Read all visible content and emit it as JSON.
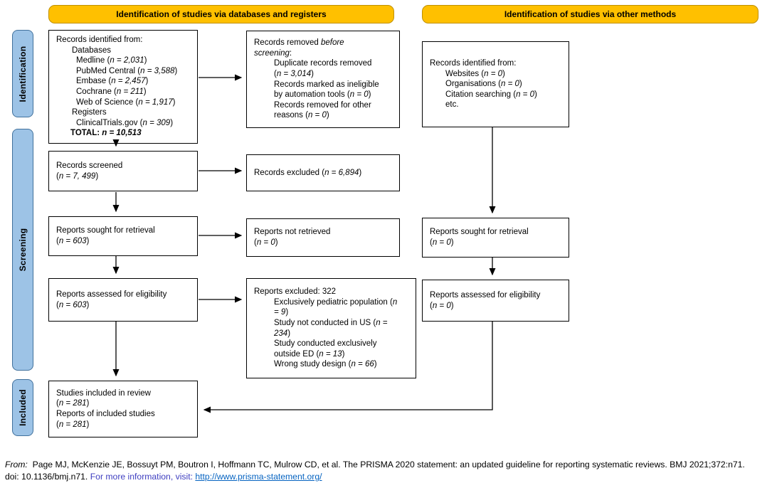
{
  "colors": {
    "header_fill": "#FFC000",
    "header_border": "#BF9000",
    "sidebar_fill": "#9DC3E6",
    "sidebar_border": "#41719C",
    "box_border": "#000000",
    "info_text": "#3E3EC0",
    "link_blue": "#0563C1"
  },
  "headers": {
    "left": "Identification of studies via databases and registers",
    "right": "Identification of studies via other methods"
  },
  "sidebar": {
    "identification": "Identification",
    "screening": "Screening",
    "included": "Included"
  },
  "boxes": {
    "b1": {
      "lines": [
        {
          "ind": 0,
          "seg": [
            [
              "r",
              "Records identified from:"
            ]
          ]
        },
        {
          "ind": 22,
          "seg": [
            [
              "r",
              "Databases"
            ]
          ]
        },
        {
          "ind": 28,
          "seg": [
            [
              "r",
              "Medline ("
            ],
            [
              "i",
              "n = 2,031"
            ],
            [
              "r",
              ")"
            ]
          ]
        },
        {
          "ind": 28,
          "seg": [
            [
              "r",
              "PubMed Central ("
            ],
            [
              "i",
              "n = 3,588"
            ],
            [
              "r",
              ")"
            ]
          ]
        },
        {
          "ind": 28,
          "seg": [
            [
              "r",
              "Embase ("
            ],
            [
              "i",
              "n = 2,457"
            ],
            [
              "r",
              ")"
            ]
          ]
        },
        {
          "ind": 28,
          "seg": [
            [
              "r",
              "Cochrane ("
            ],
            [
              "i",
              "n = 211"
            ],
            [
              "r",
              ")"
            ]
          ]
        },
        {
          "ind": 28,
          "seg": [
            [
              "r",
              "Web of Science ("
            ],
            [
              "i",
              "n = 1,917"
            ],
            [
              "r",
              ")"
            ]
          ]
        },
        {
          "ind": 22,
          "seg": [
            [
              "r",
              "Registers"
            ]
          ]
        },
        {
          "ind": 28,
          "seg": [
            [
              "r",
              "ClinicalTrials.gov ("
            ],
            [
              "i",
              "n = 309"
            ],
            [
              "r",
              ")"
            ]
          ]
        },
        {
          "ind": 20,
          "seg": [
            [
              "b",
              "TOTAL: "
            ],
            [
              "bi",
              "n = 10,513"
            ]
          ]
        }
      ]
    },
    "mA": {
      "lines": [
        {
          "ind": 0,
          "seg": [
            [
              "r",
              "Records removed "
            ],
            [
              "i",
              "before"
            ]
          ]
        },
        {
          "ind": 0,
          "seg": [
            [
              "i",
              "screening"
            ],
            [
              "r",
              ":"
            ]
          ]
        },
        {
          "ind": 28,
          "seg": [
            [
              "r",
              "Duplicate records removed"
            ]
          ]
        },
        {
          "ind": 28,
          "seg": [
            [
              "r",
              "("
            ],
            [
              "i",
              "n = 3,014"
            ],
            [
              "r",
              ")"
            ]
          ]
        },
        {
          "ind": 28,
          "seg": [
            [
              "r",
              "Records marked as ineligible"
            ]
          ]
        },
        {
          "ind": 28,
          "seg": [
            [
              "r",
              "by automation tools ("
            ],
            [
              "i",
              "n = 0"
            ],
            [
              "r",
              ")"
            ]
          ]
        },
        {
          "ind": 28,
          "seg": [
            [
              "r",
              "Records removed for other"
            ]
          ]
        },
        {
          "ind": 28,
          "seg": [
            [
              "r",
              "reasons ("
            ],
            [
              "i",
              "n = 0"
            ],
            [
              "r",
              ")"
            ]
          ]
        }
      ]
    },
    "b2": {
      "lines": [
        {
          "ind": 0,
          "seg": [
            [
              "r",
              "Records screened"
            ]
          ]
        },
        {
          "ind": 0,
          "seg": [
            [
              "r",
              "("
            ],
            [
              "i",
              "n = 7, 499"
            ],
            [
              "r",
              ")"
            ]
          ]
        }
      ]
    },
    "mB": {
      "lines": [
        {
          "ind": 0,
          "seg": [
            [
              "r",
              "Records excluded ("
            ],
            [
              "i",
              "n = 6,894"
            ],
            [
              "r",
              ")"
            ]
          ]
        }
      ]
    },
    "b3": {
      "lines": [
        {
          "ind": 0,
          "seg": [
            [
              "r",
              "Reports sought for retrieval"
            ]
          ]
        },
        {
          "ind": 0,
          "seg": [
            [
              "r",
              "("
            ],
            [
              "i",
              "n = 603"
            ],
            [
              "r",
              ")"
            ]
          ]
        }
      ]
    },
    "mC": {
      "lines": [
        {
          "ind": 0,
          "seg": [
            [
              "r",
              "Reports not retrieved"
            ]
          ]
        },
        {
          "ind": 0,
          "seg": [
            [
              "r",
              "("
            ],
            [
              "i",
              "n = 0"
            ],
            [
              "r",
              ")"
            ]
          ]
        }
      ]
    },
    "b4": {
      "lines": [
        {
          "ind": 0,
          "seg": [
            [
              "r",
              "Reports assessed for eligibility"
            ]
          ]
        },
        {
          "ind": 0,
          "seg": [
            [
              "r",
              "("
            ],
            [
              "i",
              "n = 603"
            ],
            [
              "r",
              ")"
            ]
          ]
        }
      ]
    },
    "mD": {
      "lines": [
        {
          "ind": 0,
          "seg": [
            [
              "r",
              "Reports excluded: 322"
            ]
          ]
        },
        {
          "ind": 28,
          "seg": [
            [
              "r",
              "Exclusively pediatric population ("
            ],
            [
              "i",
              "n"
            ]
          ]
        },
        {
          "ind": 28,
          "seg": [
            [
              "i",
              "= 9"
            ],
            [
              "r",
              ")"
            ]
          ]
        },
        {
          "ind": 28,
          "seg": [
            [
              "r",
              "Study not conducted in US ("
            ],
            [
              "i",
              "n ="
            ]
          ]
        },
        {
          "ind": 28,
          "seg": [
            [
              "i",
              "234"
            ],
            [
              "r",
              ")"
            ]
          ]
        },
        {
          "ind": 28,
          "seg": [
            [
              "r",
              "Study conducted exclusively"
            ]
          ]
        },
        {
          "ind": 28,
          "seg": [
            [
              "r",
              "outside ED ("
            ],
            [
              "i",
              "n = 13"
            ],
            [
              "r",
              ")"
            ]
          ]
        },
        {
          "ind": 28,
          "seg": [
            [
              "r",
              "Wrong study design ("
            ],
            [
              "i",
              "n = 66"
            ],
            [
              "r",
              ")"
            ]
          ]
        }
      ]
    },
    "r1": {
      "lines": [
        {
          "ind": 0,
          "seg": [
            [
              "r",
              "Records identified from:"
            ]
          ]
        },
        {
          "ind": 22,
          "seg": [
            [
              "r",
              "Websites ("
            ],
            [
              "i",
              "n = 0"
            ],
            [
              "r",
              ")"
            ]
          ]
        },
        {
          "ind": 22,
          "seg": [
            [
              "r",
              "Organisations ("
            ],
            [
              "i",
              "n = 0"
            ],
            [
              "r",
              ")"
            ]
          ]
        },
        {
          "ind": 22,
          "seg": [
            [
              "r",
              "Citation searching ("
            ],
            [
              "i",
              "n = 0"
            ],
            [
              "r",
              ")"
            ]
          ]
        },
        {
          "ind": 22,
          "seg": [
            [
              "r",
              "etc."
            ]
          ]
        }
      ]
    },
    "r2": {
      "lines": [
        {
          "ind": 0,
          "seg": [
            [
              "r",
              "Reports sought for retrieval"
            ]
          ]
        },
        {
          "ind": 0,
          "seg": [
            [
              "r",
              "("
            ],
            [
              "i",
              "n = 0"
            ],
            [
              "r",
              ")"
            ]
          ]
        }
      ]
    },
    "r3": {
      "lines": [
        {
          "ind": 0,
          "seg": [
            [
              "r",
              "Reports assessed for eligibility"
            ]
          ]
        },
        {
          "ind": 0,
          "seg": [
            [
              "r",
              "("
            ],
            [
              "i",
              "n = 0"
            ],
            [
              "r",
              ")"
            ]
          ]
        }
      ]
    },
    "b5": {
      "lines": [
        {
          "ind": 0,
          "seg": [
            [
              "r",
              "Studies included in review"
            ]
          ]
        },
        {
          "ind": 0,
          "seg": [
            [
              "r",
              "("
            ],
            [
              "i",
              "n = 281"
            ],
            [
              "r",
              ")"
            ]
          ]
        },
        {
          "ind": 0,
          "seg": [
            [
              "r",
              "Reports of included studies"
            ]
          ]
        },
        {
          "ind": 0,
          "seg": [
            [
              "r",
              "("
            ],
            [
              "i",
              "n = 281"
            ],
            [
              "r",
              ")"
            ]
          ]
        }
      ]
    }
  },
  "footer": {
    "from_label": "From:",
    "citation": "Page MJ, McKenzie JE, Bossuyt PM, Boutron I, Hoffmann TC, Mulrow CD, et al. The PRISMA 2020 statement: an updated guideline for reporting systematic reviews. BMJ 2021;372:n71.",
    "doi": "doi: 10.1136/bmj.n71.",
    "info": "For more information, visit:",
    "link": "http://www.prisma-statement.org/"
  }
}
